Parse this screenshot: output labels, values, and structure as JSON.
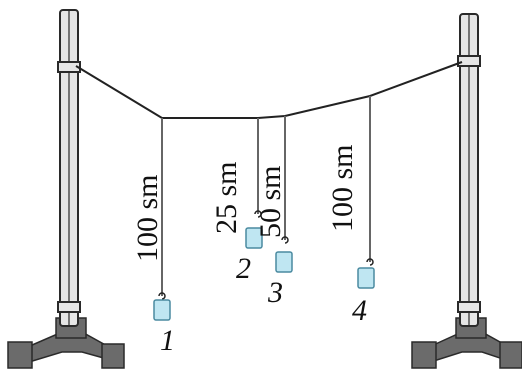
{
  "figure": {
    "pendulums": [
      {
        "length_label": "100 sm",
        "number": "1"
      },
      {
        "length_label": "25 sm",
        "number": "2"
      },
      {
        "length_label": "50 sm",
        "number": "3"
      },
      {
        "length_label": "100 sm",
        "number": "4"
      }
    ]
  },
  "colors": {
    "stand_fill": "#e6e6e6",
    "stand_stroke": "#2a2a2a",
    "base_fill": "#6b6b6b",
    "thread": "#666666",
    "rope": "#222222",
    "bob_fill": "#bfe6f2",
    "bob_stroke": "#4a8aa0"
  }
}
